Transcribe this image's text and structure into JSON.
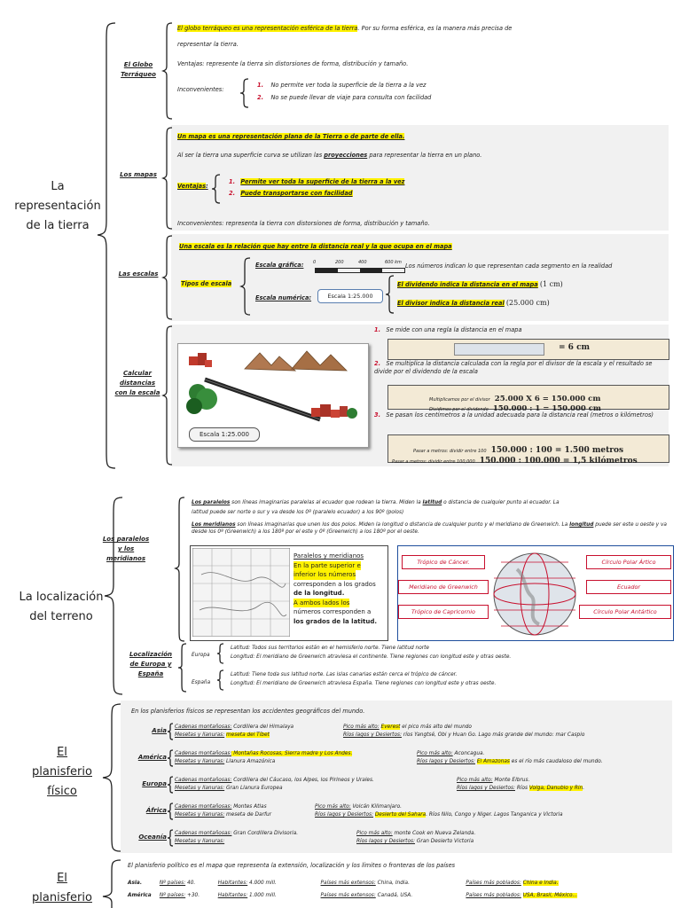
{
  "s1": {
    "title": [
      "La",
      "representación",
      "de la tierra"
    ],
    "globo": {
      "title": [
        "El Globo",
        "Terráqueo"
      ],
      "def_hl": "El globo terráqueo es una representación esférica de la tierra",
      "def_rest": ". Por su forma esférica, es la manera más precisa de",
      "def_line2": "representar la tierra.",
      "ventajas": "Ventajas: represente la tierra sin distorsiones de forma, distribución y tamaño.",
      "inconv_label": "Inconvenientes:",
      "inconv": [
        {
          "n": "1.",
          "t": "No permite ver toda la superficie de la tierra a la vez"
        },
        {
          "n": "2.",
          "t": "No se puede llevar de viaje para consulta con facilidad"
        }
      ]
    },
    "mapas": {
      "title": "Los mapas",
      "def": "Un mapa es una representación plana de la Tierra o de parte de ella.",
      "line2_a": "Al ser la tierra una superficie curva se utilizan las ",
      "line2_b": "proyecciones",
      "line2_c": " para representar la tierra en un plano.",
      "ventajas_label": "Ventajas",
      "ventajas": [
        {
          "n": "1.",
          "t": "Permite ver toda la superficie de la tierra a la vez"
        },
        {
          "n": "2.",
          "t": "Puede transportarse con facilidad"
        }
      ],
      "inconv": "Inconvenientes: representa la tierra con distorsiones de forma, distribución y tamaño."
    },
    "escalas": {
      "title": "Las escalas",
      "def": "Una escala es la relación que hay entre la distancia real y la que ocupa en el mapa",
      "tipos": "Tipos de escala",
      "grafica": "Escala gráfica:",
      "ticks": [
        "0",
        "200",
        "400",
        "600 km"
      ],
      "grafica_desc": "Los números indican lo que representan cada segmento en la realidad",
      "numerica": "Escala numérica:",
      "num_box": "Escala 1:25.000",
      "dividendo": "El dividendo indica la distancia en el mapa",
      "dividendo_val": "(1 cm)",
      "divisor": "El divisor indica la distancia real",
      "divisor_val": "(25.000 cm)"
    },
    "calcular": {
      "title": [
        "Calcular",
        "distancias",
        "con la escala"
      ],
      "img_label": "Escala 1:25.000",
      "steps": [
        {
          "n": "1.",
          "t": "Se mide con una regla la distancia en el mapa"
        },
        {
          "n": "2.",
          "t": "Se multiplica la distancia calculada con la regla por el divisor de la escala y el resultado se divide por el dividendo de la escala"
        },
        {
          "n": "3.",
          "t": "Se pasan los centímetros a la unidad adecuada para la distancia real (metros o kilómetros)"
        }
      ],
      "ruler_result": "= 6 cm",
      "mult_small": "Multiplicamos por el divisor",
      "mult_big": "25.000 X 6 = 150.000 cm",
      "div_small": "Dividimos por el dividendo",
      "div_big": "150.000 : 1 = 150.000 cm",
      "m_small": "Pasar a metros: dividir entre 100",
      "m_big": "150.000 : 100 = 1.500 metros",
      "km_small": "Pasar a metros: dividir entre 100,000",
      "km_big": "150.000 : 100.000 = 1,5 kilómetros"
    }
  },
  "s2": {
    "title": [
      "La localización",
      "del terreno"
    ],
    "paralelos": {
      "title": [
        "Los paralelos",
        "y los",
        "meridianos"
      ],
      "p1_a": "Los paralelos",
      "p1_b": " son líneas imaginarias paralelas al ecuador que rodean la tierra. Miden la ",
      "p1_c": "latitud",
      "p1_d": " o distancia de cualquier punto al ecuador. La",
      "p1_line2": "latitud puede ser norte o sur y va desde los 0º (paralelo ecuador) a los  90º (polos)",
      "p2_a": "Los meridianos",
      "p2_b": " son líneas imaginarias que unen los dos polos. Miden la longitud o distancia de cualquier punto y el meridiano de Greenwich. La",
      "p2_c": "longitud",
      "p2_d": " puede ser este u oeste y va desde los 0º (Greenwich) a los  180º por el este y 0º (Greenwich) a los 180º por el oeste.",
      "card_title": "Paralelos y meridianos",
      "card_lines": [
        "En la parte superior e",
        "inferior los números",
        "corresponden a los grados",
        "de la longitud.",
        "A ambos lados los",
        "números corresponden a",
        "los grados de la latitud."
      ],
      "globe_labels": [
        "Trópico de Cáncer.",
        "Meridiano de Greenwich",
        "Trópico de Capricornio",
        "Círculo Polar Ártico",
        "Ecuador",
        "Círculo Polar Antártico"
      ]
    },
    "europa": {
      "title": [
        "Localización",
        "de Europa y",
        "España"
      ],
      "eu_label": "Europa",
      "eu_lat": "Latitud: Todos sus territorios están en el hemisferio norte. Tiene latitud norte",
      "eu_lon": "Longitud: El meridiano de Greenwich atraviesa el continente. Tiene regiones con longitud este y otras oeste.",
      "es_label": "España",
      "es_lat": "Latitud: Tiene toda sus latitud norte. Las islas canarias están cerca el trópico de cáncer.",
      "es_lon": "Longitud: El meridiano de Greenwich atraviesa España. Tiene regiones con longitud este y otras oeste."
    }
  },
  "s3": {
    "title": [
      "El",
      "planisferio",
      "físico"
    ],
    "intro": "En los planisferios físicos se representan los accidentes geográficos del mundo.",
    "rows": [
      {
        "name": "Asia",
        "l1_k": "Cadenas montañosas:",
        "l1_v": " Cordillera del Himalaya",
        "l2_k": "Mesetas y llanuras:",
        "l2_v": "meseta del Tíbet",
        "r1_k": "Pico más alto:",
        "r1_h": "Everest",
        "r1_v": " el pico más alto del mundo",
        "r2_k": "Ríos lagos y Desiertos:",
        "r2_h": "",
        "r2_v": " ríos Yangtsé, Obi y Huan Go. Lago más grande del mundo: mar Caspio"
      },
      {
        "name": "América",
        "l1_k": "Cadenas montañosas:",
        "l1_v": " Montañas Rocosas, Sierra madre y Los Andes.",
        "l2_k": "Mesetas y llanuras:",
        "l2_v": " Llanura Amazónica",
        "r1_k": "Pico más alto:",
        "r1_h": "",
        "r1_v": " Aconcagua.",
        "r2_k": "Ríos lagos y Desiertos:",
        "r2_h": "El Amazonas",
        "r2_v": " es el río más caudaloso del mundo."
      },
      {
        "name": "Europa",
        "l1_k": "Cadenas montañosas:",
        "l1_v": " Cordillera del Cáucaso, los Alpes, los Pirineos y Urales.",
        "l2_k": "Mesetas y llanuras:",
        "l2_v": " Gran Llanura Europea",
        "r1_k": "Pico más alto:",
        "r1_h": "",
        "r1_v": " Monte Elbrus.",
        "r2_k": "Ríos lagos y Desiertos:",
        "r2_h": "Volga, Danubio y Rin",
        "r2_v": " Ríos "
      },
      {
        "name": "África",
        "l1_k": "Cadenas montañosas:",
        "l1_v": " Montes Atlas",
        "l2_k": "Mesetas y llanuras:",
        "l2_v": " meseta de Darfur",
        "r1_k": "Pico más alto:",
        "r1_h": "",
        "r1_v": " Volcán Kilimanjaro.",
        "r2_k": "Ríos lagos y Desiertos:",
        "r2_h": "Desierto del Sahara",
        "r2_v": ". Ríos Nilo, Congo y Niger. Lagos Tanganica y Victoria"
      },
      {
        "name": "Oceanía",
        "l1_k": "Cadenas montañosas:",
        "l1_v": " Gran Cordillera Divisoria.",
        "l2_k": "Mesetas y llanuras:",
        "l2_v": "",
        "r1_k": "Pico más alto:",
        "r1_h": "",
        "r1_v": " monte Cook en Nueva Zelanda.",
        "r2_k": "Ríos lagos y Desiertos:",
        "r2_h": "",
        "r2_v": " Gran Desierto Victoria"
      }
    ]
  },
  "s4": {
    "title": [
      "El",
      "planisferio"
    ],
    "intro": "El planisferio político es el mapa que representa la extensión, localización y los límites o fronteras de los países",
    "rows": [
      {
        "name": "Asia.",
        "np_k": "Nº países:",
        "np_v": " 40.",
        "hab_k": "Habitantes:",
        "hab_v": " 4.000 mill.",
        "ext_k": "Países más extensos:",
        "ext_v": " China, India.",
        "pob_k": "Países más poblados:",
        "pob_v": "China e India."
      },
      {
        "name": "América",
        "np_k": "Nº países:",
        "np_v": " +30.",
        "hab_k": "Habitantes:",
        "hab_v": " 1.000 mill.",
        "ext_k": "Países más extensos:",
        "ext_v": " Canadá, USA.",
        "pob_k": "Países más poblados:",
        "pob_v": "USA, Brasil, México..."
      }
    ]
  }
}
